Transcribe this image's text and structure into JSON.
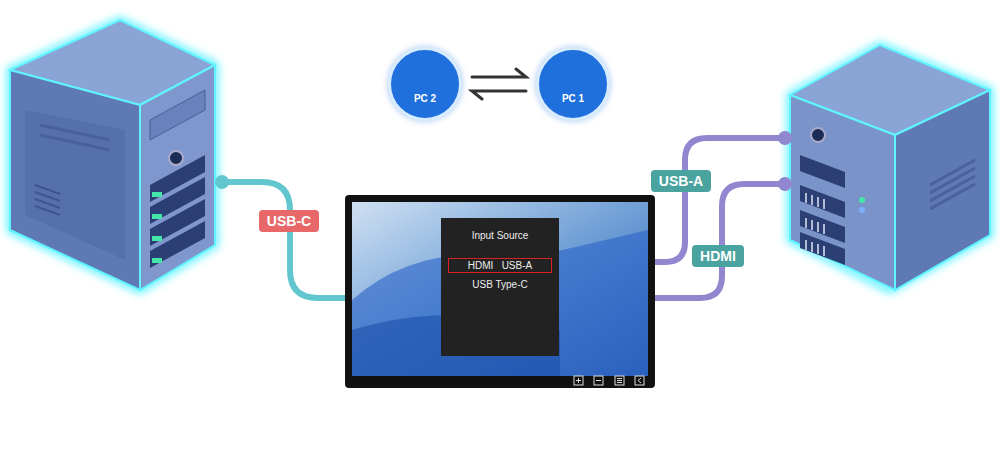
{
  "diagram": {
    "nodes": [
      {
        "text": [
          "PC 2"
        ]
      },
      {
        "text": [
          "PC 1"
        ]
      },
      {
        "text": [
          "Input Source",
          "USB Type-C"
        ]
      },
      {
        "text": [
          "HDMI   USB-A"
        ],
        "in": 2
      },
      {
        "text": [
          "USB-C"
        ]
      },
      {
        "text": [
          "USB-A"
        ]
      },
      {
        "text": [
          "HDMI"
        ]
      }
    ],
    "edges": [
      {
        "from": 0,
        "to": 1,
        "arrow": "both"
      }
    ]
  }
}
